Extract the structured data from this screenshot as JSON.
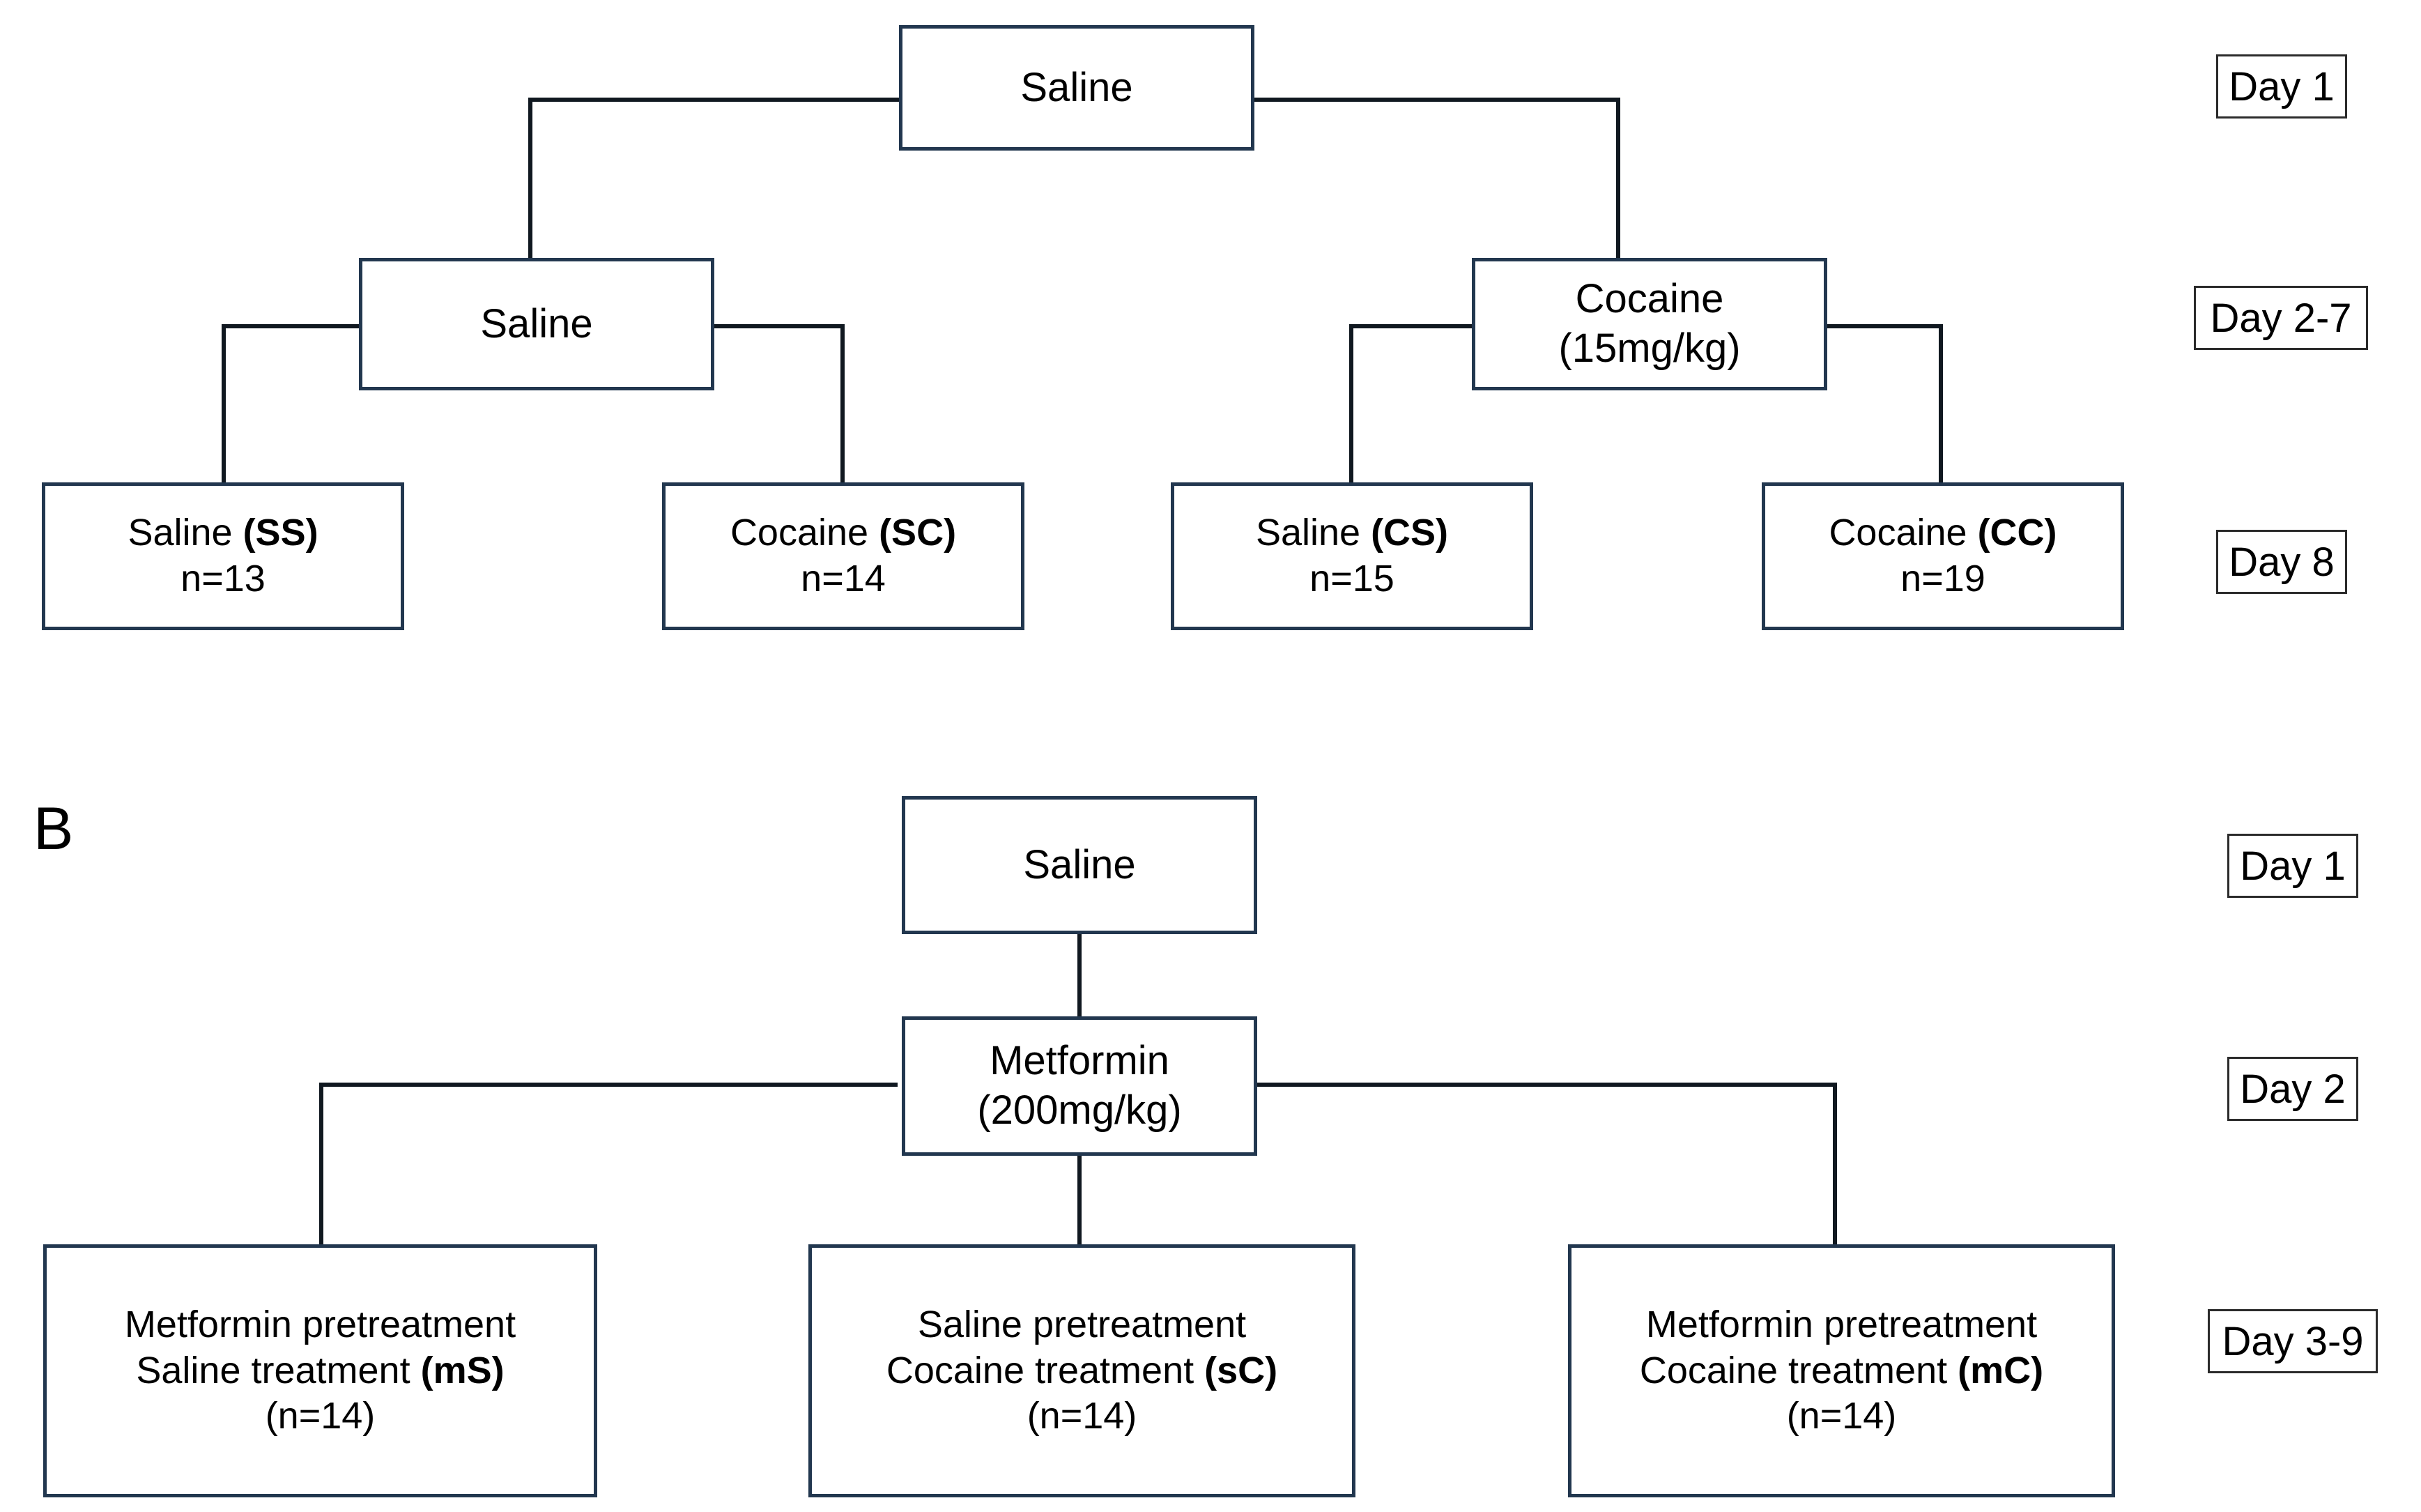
{
  "figure": {
    "panels": [
      {
        "letter": "",
        "name": "panel-a",
        "nodes": {
          "root": {
            "lines": [
              "Saline"
            ]
          },
          "mid_left": {
            "lines": [
              "Saline"
            ]
          },
          "mid_right": {
            "lines": [
              "Cocaine",
              "(15mg/kg)"
            ]
          },
          "leaf_ss": {
            "label": "Saline",
            "code": "(SS)",
            "n": "n=13"
          },
          "leaf_sc": {
            "label": "Cocaine",
            "code": "(SC)",
            "n": "n=14"
          },
          "leaf_cs": {
            "label": "Saline",
            "code": "(CS)",
            "n": "n=15"
          },
          "leaf_cc": {
            "label": "Cocaine",
            "code": "(CC)",
            "n": "n=19"
          }
        },
        "day_tags": [
          "Day 1",
          "Day 2-7",
          "Day 8"
        ]
      },
      {
        "letter": "B",
        "name": "panel-b",
        "nodes": {
          "root": {
            "lines": [
              "Saline"
            ]
          },
          "mid": {
            "lines": [
              "Metformin",
              "(200mg/kg)"
            ]
          },
          "leaf_ms": {
            "line1": "Metformin pretreatment",
            "line2": "Saline treatment",
            "code": "(mS)",
            "n": "(n=14)"
          },
          "leaf_sc": {
            "line1": "Saline pretreatment",
            "line2": "Cocaine treatment",
            "code": "(sC)",
            "n": "(n=14)"
          },
          "leaf_mc": {
            "line1": "Metformin pretreatment",
            "line2": "Cocaine treatment",
            "code": "(mC)",
            "n": "(n=14)"
          }
        },
        "day_tags": [
          "Day 1",
          "Day 2",
          "Day 3-9"
        ]
      }
    ],
    "colors": {
      "box_border": "#22374f",
      "connector": "#101820",
      "day_border": "#2b2b2b",
      "background": "#ffffff",
      "text": "#000000"
    }
  }
}
